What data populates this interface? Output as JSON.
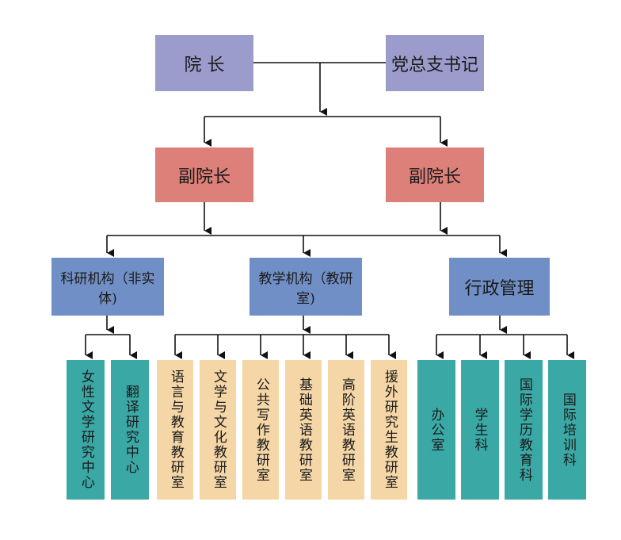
{
  "colors": {
    "top": "#9b9ccc",
    "vice": "#dc8079",
    "category": "#708fc6",
    "research": "#3aa8a5",
    "teaching": "#f5d6a6",
    "admin": "#3aa8a5",
    "line": "#111111"
  },
  "top": {
    "dean": "院 长",
    "secretary": "党总支书记"
  },
  "vice": {
    "left": "副院长",
    "right": "副院长"
  },
  "categories": {
    "research": "科研机构（非实体)",
    "teaching": "教学机构（教研室)",
    "admin": "行政管理"
  },
  "research_units": [
    {
      "lines": [
        "女性",
        "文学",
        "研究",
        "中心"
      ]
    },
    {
      "lines": [
        "翻译",
        "研究",
        "中心"
      ]
    }
  ],
  "teaching_units": [
    {
      "lines": [
        "语言与",
        "教育教",
        "研室"
      ]
    },
    {
      "lines": [
        "文学与",
        "文化教",
        "研室"
      ]
    },
    {
      "lines": [
        "公共写",
        "作教研",
        "室"
      ]
    },
    {
      "lines": [
        "基础英",
        "语教研",
        "室"
      ]
    },
    {
      "lines": [
        "高阶英",
        "语教研",
        "室"
      ]
    },
    {
      "lines": [
        "援外研",
        "究生教",
        "研室"
      ]
    }
  ],
  "admin_units": [
    {
      "lines": [
        "办公室"
      ]
    },
    {
      "lines": [
        "学生科"
      ]
    },
    {
      "lines": [
        "国际学",
        "历教育",
        "科"
      ]
    },
    {
      "lines": [
        "国际培",
        "训科"
      ]
    }
  ]
}
